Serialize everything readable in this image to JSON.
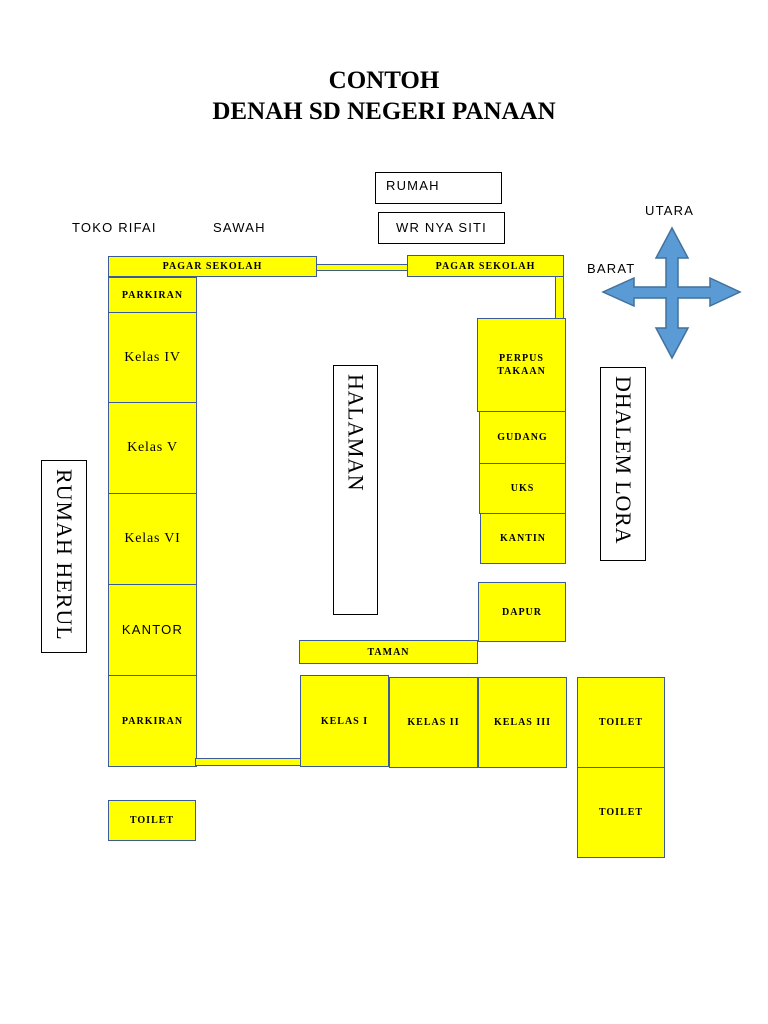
{
  "title": {
    "line1": "CONTOH",
    "line2": "DENAH SD NEGERI PANAAN"
  },
  "surroundings": {
    "rumah": "RUMAH",
    "wr_nya_siti": "WR NYA SITI",
    "toko_rifai": "TOKO RIFAI",
    "sawah": "SAWAH",
    "rumah_herul": "RUMAH HERUL",
    "dhalem_lora": "DHALEM LORA"
  },
  "compass": {
    "north_label": "UTARA",
    "west_label": "BARAT",
    "icon": "four-way-arrow-icon",
    "fill_color": "#5b9bd5",
    "stroke_color": "#41719c"
  },
  "school": {
    "fence_left": "PAGAR SEKOLAH",
    "fence_right": "PAGAR SEKOLAH",
    "parking_north": "PARKIRAN",
    "class_4": "Kelas IV",
    "class_5": "Kelas V",
    "class_6": "Kelas VI",
    "office": "KANTOR",
    "parking_south": "PARKIRAN",
    "toilet_west": "TOILET",
    "library_line1": "PERPUS",
    "library_line2": "TAKAAN",
    "warehouse": "GUDANG",
    "health_room": "UKS",
    "canteen": "KANTIN",
    "kitchen": "DAPUR",
    "garden": "TAMAN",
    "class_1": "KELAS I",
    "class_2": "KELAS II",
    "class_3": "KELAS III",
    "toilet_east_1": "TOILET",
    "toilet_east_2": "TOILET",
    "yard": "HALAMAN"
  },
  "colors": {
    "room_fill": "#ffff00",
    "room_border": "#3b5a9d",
    "outline": "#000000"
  }
}
